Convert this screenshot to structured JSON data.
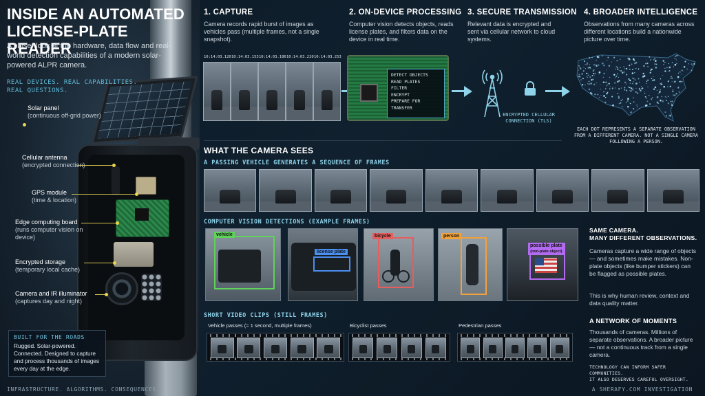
{
  "header": {
    "title_line1": "INSIDE AN AUTOMATED",
    "title_line2": "LICENSE-PLATE READER",
    "subtitle": "A closer look at the hardware, data flow and real-world detection capabilities of a modern solar-powered ALPR camera.",
    "tagline_line1": "REAL DEVICES. REAL CAPABILITIES.",
    "tagline_line2": "REAL QUESTIONS."
  },
  "callouts": [
    {
      "title": "Solar panel",
      "sub": "(continuous off-grid power)"
    },
    {
      "title": "Cellular antenna",
      "sub": "(encrypted connection)"
    },
    {
      "title": "GPS module",
      "sub": "(time & location)"
    },
    {
      "title": "Edge computing board",
      "sub": "(runs computer vision on device)"
    },
    {
      "title": "Encrypted storage",
      "sub": "(temporary local cache)"
    },
    {
      "title": "Camera and IR illuminator",
      "sub": "(captures day and night)"
    }
  ],
  "roads": {
    "title": "BUILT FOR THE ROADS",
    "text": "Rugged. Solar-powered. Connected. Designed to capture and process thousands of images every day at the edge."
  },
  "footer": {
    "left": "INFRASTRUCTURE. ALGORITHMS. CONSEQUENCES.",
    "right": "A SHERAFY.COM INVESTIGATION"
  },
  "steps": [
    {
      "title": "1. CAPTURE",
      "desc": "Camera records rapid burst of images as vehicles pass (multiple frames, not a single snapshot)."
    },
    {
      "title": "2. ON-DEVICE PROCESSING",
      "desc": "Computer vision detects objects, reads license plates, and filters data on the device in real time."
    },
    {
      "title": "3. SECURE TRANSMISSION",
      "desc": "Relevant data is encrypted and sent via cellular network to cloud systems."
    },
    {
      "title": "4. BROADER INTELLIGENCE",
      "desc": "Observations from many cameras across different locations build a nationwide picture over time."
    }
  ],
  "timestamps": [
    "10:14:03.120",
    "10:14:03.153",
    "10:14:03.186",
    "10:14:03.220",
    "10:14:03.253"
  ],
  "board_steps": [
    "DETECT OBJECTS",
    "READ PLATES",
    "FILTER",
    "ENCRYPT",
    "PREPARE FOR TRANSFER"
  ],
  "transmission_label": "ENCRYPTED CELLULAR CONNECTION (TLS)",
  "map_caption": "EACH DOT REPRESENTS A SEPARATE OBSERVATION FROM A DIFFERENT CAMERA. NOT A SINGLE CAMERA FOLLOWING A PERSON.",
  "sees": {
    "title": "WHAT THE CAMERA SEES",
    "sequence_subtitle": "A PASSING VEHICLE GENERATES A SEQUENCE OF FRAMES",
    "detections_subtitle": "COMPUTER VISION DETECTIONS (EXAMPLE FRAMES)"
  },
  "detection_labels": [
    "vehicle",
    "license plate",
    "bicycle",
    "person",
    "possible plate",
    "(non-plate object)"
  ],
  "detection_colors": {
    "vehicle": "#5fd35a",
    "plate": "#4b8ff0",
    "bicycle": "#e85d5d",
    "person": "#f2a23a",
    "possible": "#b26bf0"
  },
  "same_camera": {
    "title_line1": "SAME CAMERA.",
    "title_line2": "MANY DIFFERENT OBSERVATIONS.",
    "text1": "Cameras capture a wide range of objects — and sometimes make mistakes. Non-plate objects (like bumper stickers) can be flagged as possible plates.",
    "text2": "This is why human review, context and data quality matter."
  },
  "clips": {
    "title": "SHORT VIDEO CLIPS (STILL FRAMES)",
    "vehicle_label": "Vehicle passes (≈ 1 second, multiple frames)",
    "bicyclist_label": "Bicyclist passes",
    "pedestrian_label": "Pedestrian passes"
  },
  "network": {
    "title": "A NETWORK OF MOMENTS",
    "text": "Thousands of cameras. Millions of separate observations. A broader picture — not a continuous track from a single camera.",
    "foot_line1": "TECHNOLOGY CAN INFORM SAFER COMMUNITIES.",
    "foot_line2": "IT ALSO DESERVES CAREFUL OVERSIGHT."
  }
}
